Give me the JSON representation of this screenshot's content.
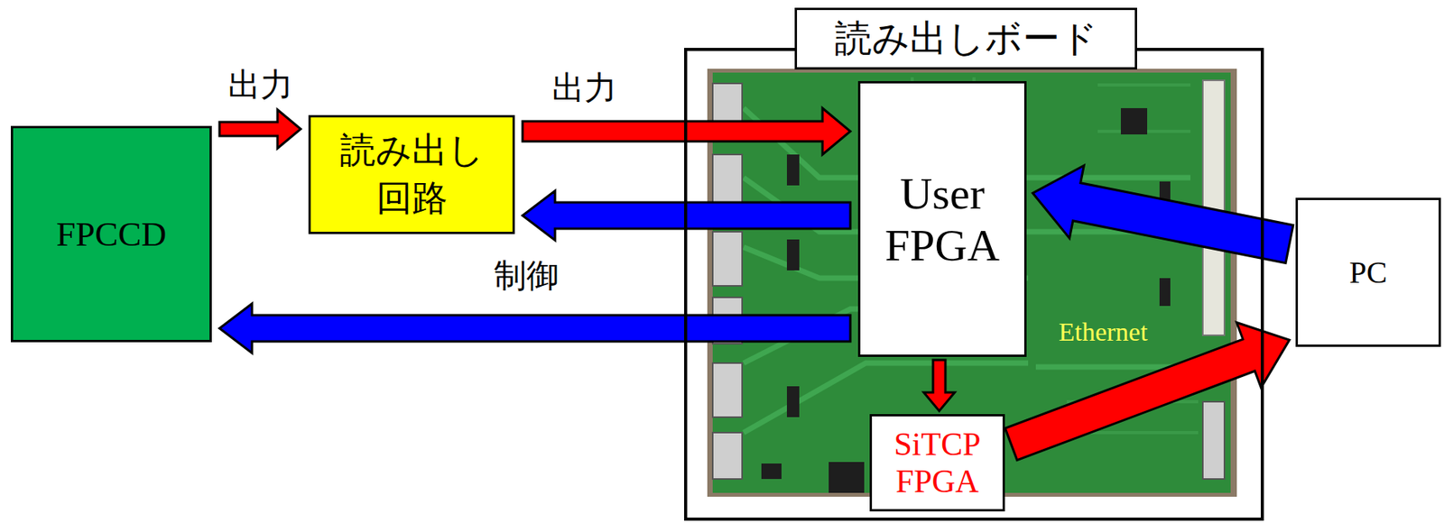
{
  "diagram": {
    "nodes": [
      {
        "text": [
          "FPCCD"
        ]
      },
      {
        "text": [
          "読み出し 回路"
        ]
      },
      {
        "text": [
          "読み出しボード"
        ]
      },
      {
        "text": [
          "User FPGA"
        ],
        "in": 2
      },
      {
        "text": [
          "SiTCP FPGA"
        ],
        "in": 2
      },
      {
        "text": [
          "PC"
        ]
      }
    ],
    "edges": [
      {
        "from": 0,
        "to": 1,
        "arrow": "to",
        "label": "出力"
      },
      {
        "from": 1,
        "to": 3,
        "arrow": "to",
        "label": "出力"
      },
      {
        "from": 3,
        "to": 1,
        "arrow": "to"
      },
      {
        "from": 3,
        "to": 0,
        "arrow": "to"
      },
      {
        "from": 5,
        "to": 3,
        "arrow": "to"
      },
      {
        "from": 3,
        "to": 4,
        "arrow": "to"
      },
      {
        "from": 4,
        "to": 5,
        "arrow": "to"
      }
    ],
    "labels": [
      "制御",
      "Ethernet"
    ]
  }
}
